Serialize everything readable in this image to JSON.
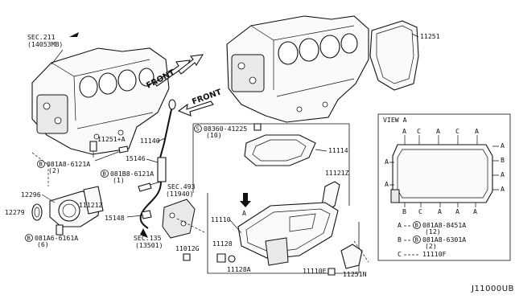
{
  "diagram_id": "J11000UB",
  "labels": {
    "sec211_a": "SEC.211",
    "sec211_b": "(14053MB)",
    "front_left": "FRONT",
    "front_right": "FRONT",
    "p11251": "11251",
    "p11251a": "11251+A",
    "b_081a8_6121a": "081A8-6121A",
    "b_081a8_6121a_qty": "(2)",
    "b_081b8_6121a": "081B8-6121A",
    "b_081b8_6121a_qty": "(1)",
    "p12296": "12296",
    "p12279": "12279",
    "p11121z_left": "11121Z",
    "b_081a6_6161a": "081A6-6161A",
    "b_081a6_6161a_qty": "(6)",
    "p11140": "11140",
    "p15146": "15146",
    "p15148": "15148",
    "sec135_a": "SEC.135",
    "sec135_b": "(13501)",
    "s_08360_41225": "08360-41225",
    "s_08360_41225_qty": "(10)",
    "p11114": "11114",
    "p11121z_right": "11121Z",
    "sec493_a": "SEC.493",
    "sec493_b": "(11940)",
    "p11110": "11110",
    "p11012g": "11012G",
    "p11128": "11128",
    "p11128a": "11128A",
    "p11110e": "11110E",
    "p11251n": "11251N",
    "arrow_a_main": "A",
    "view_a": "VIEW A",
    "view_pts": [
      "A",
      "C",
      "A",
      "C",
      "A",
      "A",
      "B",
      "A",
      "A",
      "A",
      "A",
      "A",
      "C",
      "B",
      "A",
      "A"
    ],
    "legend_a_key": "A",
    "legend_a_part": "081A8-8451A",
    "legend_a_qty": "(12)",
    "legend_b_key": "B",
    "legend_b_part": "081A8-6301A",
    "legend_b_qty": "(2)",
    "legend_c_key": "C",
    "legend_c_part": "11110F",
    "circle_b": "B",
    "circle_s": "S"
  }
}
